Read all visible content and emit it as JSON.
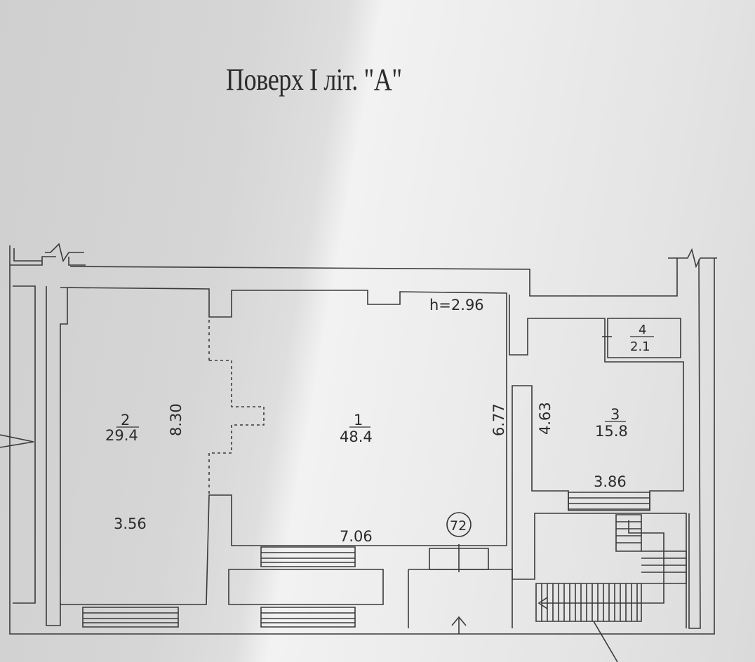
{
  "title": "Поверх I літ. \"A\"",
  "ceiling_height": "h=2.96",
  "rooms": [
    {
      "number": "1",
      "area": "48.4"
    },
    {
      "number": "2",
      "area": "29.4"
    },
    {
      "number": "3",
      "area": "15.8"
    },
    {
      "number": "4",
      "area": "2.1"
    }
  ],
  "dimensions": {
    "room2_height": "8.30",
    "room2_width": "3.56",
    "room1_height": "6.77",
    "room1_width": "7.06",
    "room3_height": "4.63",
    "room3_width": "3.86"
  },
  "marker": "72"
}
